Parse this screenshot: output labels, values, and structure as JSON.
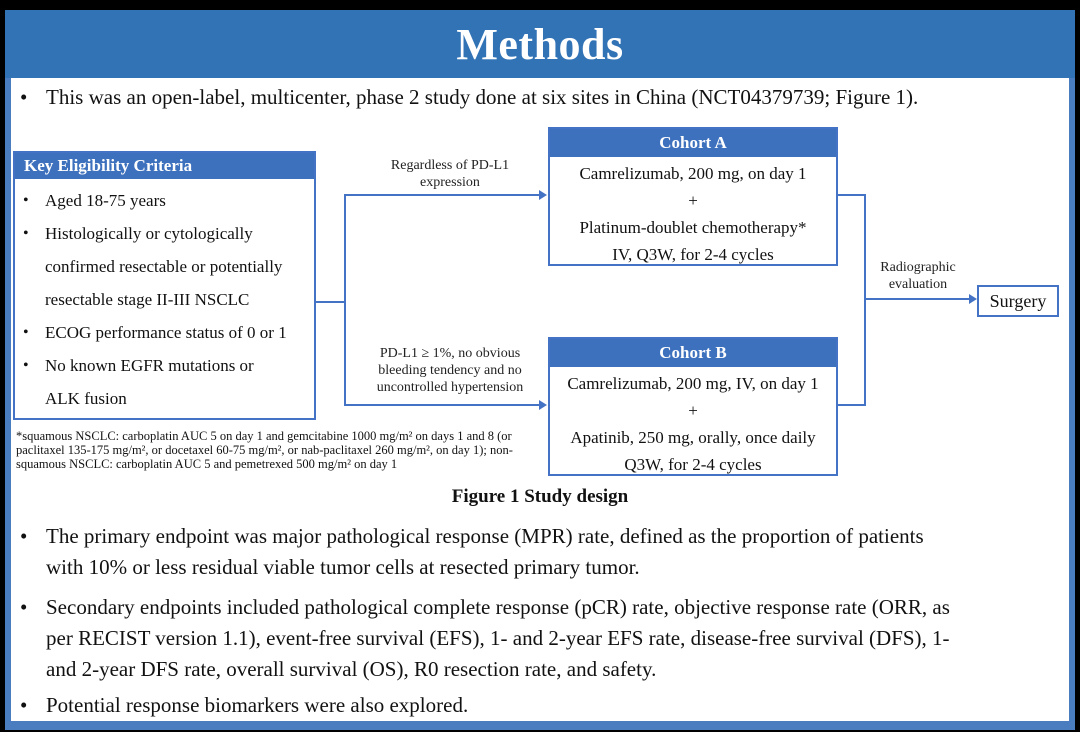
{
  "slide": {
    "title": "Methods",
    "colors": {
      "banner_blue": "#3273b6",
      "box_header_blue": "#3d70bd",
      "border_blue": "#4472c4",
      "frame_blue": "#4a7cc0"
    },
    "bullet_glyph": "•",
    "bullets": [
      "This was an open-label, multicenter, phase 2 study done at six sites in China (NCT04379739; Figure 1).",
      "The primary endpoint was major pathological response (MPR) rate, defined as the proportion of patients\nwith 10% or less residual viable tumor cells at resected primary tumor.",
      "Secondary endpoints included pathological complete response (pCR) rate, objective response rate (ORR, as\nper RECIST version 1.1), event-free survival (EFS), 1- and 2-year EFS rate, disease-free survival (DFS), 1-\nand 2-year DFS rate, overall survival (OS), R0 resection rate, and safety.",
      "Potential response biomarkers were also explored."
    ]
  },
  "figure": {
    "caption": "Figure 1 Study design",
    "eligibility": {
      "header": "Key  Eligibility Criteria",
      "items": [
        "Aged 18-75 years",
        "Histologically or cytologically\nconfirmed resectable or potentially\nresectable stage II-III NSCLC",
        "ECOG performance status of 0 or 1",
        "No known EGFR mutations or\nALK fusion"
      ]
    },
    "cohort_a": {
      "header": "Cohort A",
      "body": "Camrelizumab, 200 mg, on day 1\n+\nPlatinum-doublet chemotherapy*\nIV, Q3W, for 2-4 cycles"
    },
    "cohort_b": {
      "header": "Cohort B",
      "body": "Camrelizumab, 200 mg, IV, on day 1\n+\nApatinib, 250 mg, orally, once daily\nQ3W, for 2-4 cycles"
    },
    "labels": {
      "top_branch": "Regardless of PD-L1\nexpression",
      "bottom_branch": "PD-L1 ≥ 1%, no obvious\nbleeding tendency and no\nuncontrolled hypertension",
      "evaluation": "Radiographic\nevaluation"
    },
    "surgery_label": "Surgery",
    "footnote": "*squamous NSCLC: carboplatin AUC 5 on day 1 and gemcitabine 1000 mg/m² on days 1 and 8 (or\npaclitaxel 135-175 mg/m², or docetaxel 60-75 mg/m², or nab-paclitaxel 260 mg/m², on day 1); non-\nsquamous NSCLC: carboplatin AUC 5 and pemetrexed 500 mg/m² on day 1"
  }
}
